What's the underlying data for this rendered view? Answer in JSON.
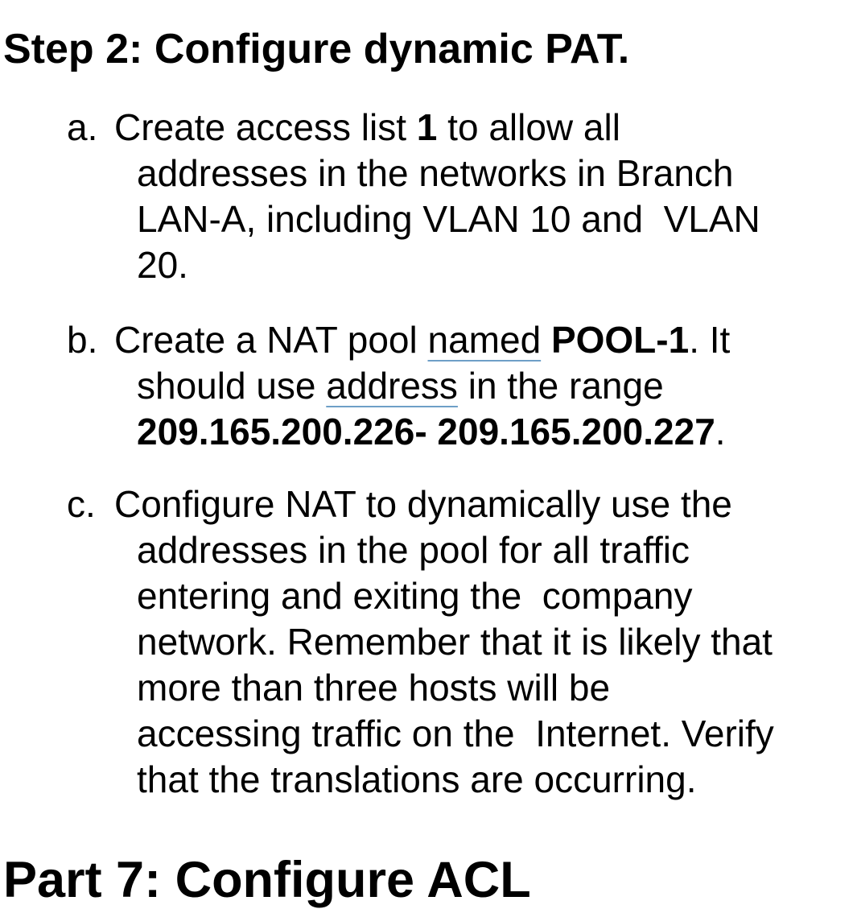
{
  "document": {
    "colors": {
      "background": "#ffffff",
      "text": "#000000",
      "underline": "#6e9fc7"
    },
    "step_heading": "Step 2: Configure dynamic PAT.",
    "list": [
      {
        "marker": "a.",
        "lines": [
          [
            {
              "t": "Create access list "
            },
            {
              "t": "1",
              "b": true
            },
            {
              "t": " to allow all"
            }
          ],
          [
            {
              "t": "addresses in the networks in Branch"
            }
          ],
          [
            {
              "t": "LAN-A, including VLAN 10 and  VLAN"
            }
          ],
          [
            {
              "t": "20."
            }
          ]
        ]
      },
      {
        "marker": "b.",
        "lines": [
          [
            {
              "t": "Create a NAT pool "
            },
            {
              "t": "named",
              "u": true
            },
            {
              "t": " "
            },
            {
              "t": "POOL-1",
              "b": true
            },
            {
              "t": ". It"
            }
          ],
          [
            {
              "t": "should use "
            },
            {
              "t": "address",
              "u": true
            },
            {
              "t": " in the range"
            }
          ],
          [
            {
              "t": "209.165.200.226- 209.165.200.227",
              "b": true
            },
            {
              "t": "."
            }
          ]
        ]
      },
      {
        "marker": "c.",
        "lines": [
          [
            {
              "t": "Configure NAT to dynamically use the"
            }
          ],
          [
            {
              "t": "addresses in the pool for all traffic"
            }
          ],
          [
            {
              "t": "entering and exiting the  company"
            }
          ],
          [
            {
              "t": "network. Remember that it is likely that"
            }
          ],
          [
            {
              "t": "more than three hosts will be"
            }
          ],
          [
            {
              "t": "accessing traffic on the  Internet. Verify"
            }
          ],
          [
            {
              "t": "that the translations are occurring."
            }
          ]
        ]
      }
    ],
    "part_heading": "Part 7: Configure ACL"
  }
}
